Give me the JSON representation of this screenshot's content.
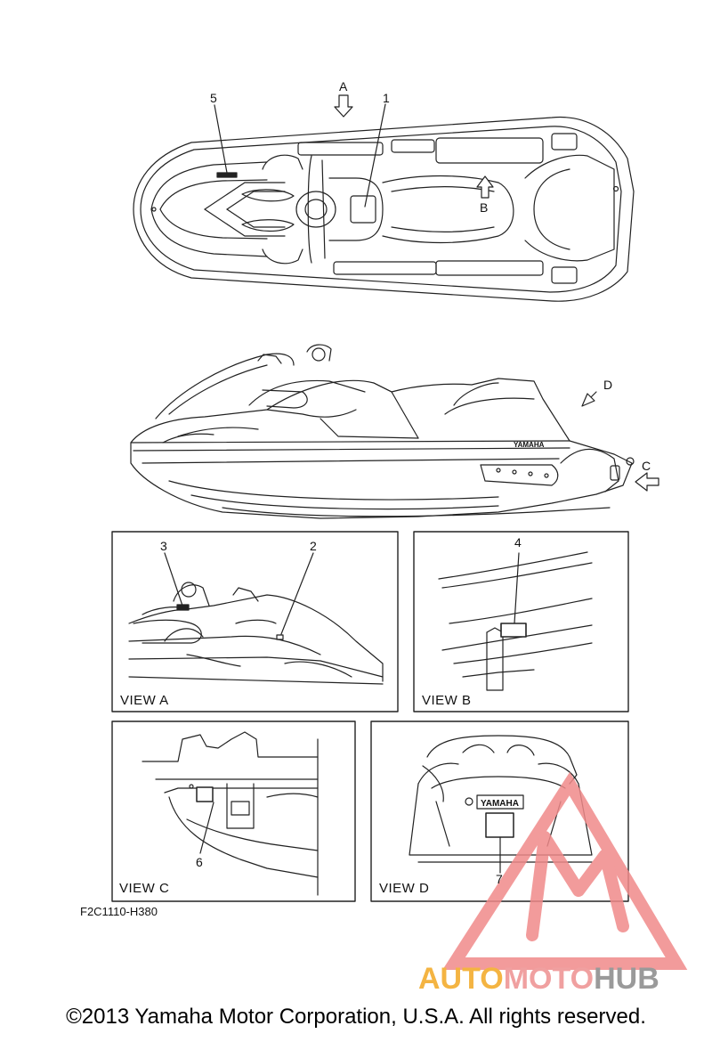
{
  "callouts": {
    "c1": "1",
    "c2": "2",
    "c3": "3",
    "c4": "4",
    "c5": "5",
    "c6": "6",
    "c7": "7"
  },
  "view_markers": {
    "a": "A",
    "b": "B",
    "c": "C",
    "d": "D"
  },
  "views": {
    "view_a": "VIEW A",
    "view_b": "VIEW B",
    "view_c": "VIEW C",
    "view_d": "VIEW D"
  },
  "brand_on_hull": "YAMAHA",
  "part_code": "F2C1110-H380",
  "copyright": "©2013 Yamaha Motor Corporation, U.S.A. All rights reserved.",
  "watermark": {
    "part1": "AUTO",
    "part2": "MOTO",
    "part3": "HUB",
    "colors": {
      "auto": "#f4b442",
      "moto": "#f0a0a0",
      "hub": "#9a9a9a",
      "logo": "#f08a8a"
    }
  }
}
